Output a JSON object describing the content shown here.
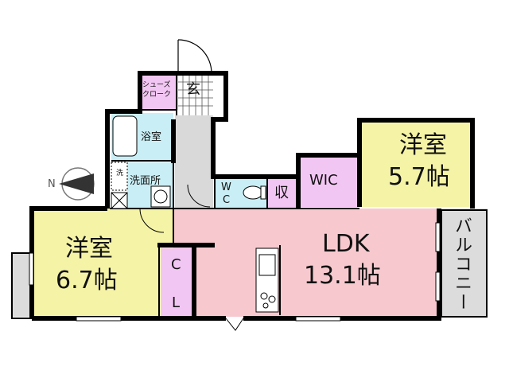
{
  "rooms": {
    "western_room_large": {
      "name": "洋室",
      "size": "5.7帖",
      "color": "#f5f3a6"
    },
    "western_room_small": {
      "name": "洋室",
      "size": "6.7帖",
      "color": "#f5f3a6"
    },
    "ldk": {
      "name": "LDK",
      "size": "13.1帖",
      "color": "#f7c9cf"
    },
    "wic": {
      "name": "WIC",
      "color": "#f2c6f2"
    },
    "closet": {
      "name_top": "C",
      "name_bottom": "L",
      "color": "#f2c6f2"
    },
    "storage": {
      "name": "収",
      "color": "#f2c6f2"
    },
    "shoe_closet": {
      "name": "シューズクローク",
      "color": "#f2c6f2"
    },
    "entrance": {
      "name": "玄"
    },
    "bath": {
      "name": "浴室",
      "color": "#c9eef5"
    },
    "washroom": {
      "name": "洗面所",
      "color": "#c9eef5"
    },
    "washer": {
      "name": "洗"
    },
    "toilet": {
      "name_top": "W",
      "name_bottom": "C",
      "color": "#c9eef5"
    },
    "balcony": {
      "name": "バルコニー",
      "color": "#dcdcdc"
    },
    "hall_color": "#d9d9d9"
  },
  "compass": {
    "label": "N"
  }
}
